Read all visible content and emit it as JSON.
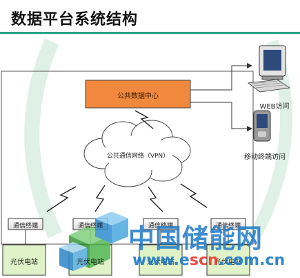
{
  "title": "数据平台系统结构",
  "nodes": {
    "data_center": "公共数据中心",
    "network": "公共通信网络（VPN）",
    "web_access": "WEB访问",
    "mobile_access": "移动终端访问",
    "terminal": "通信终端",
    "pv_station": "光伏电站",
    "pv_station_3": "光伏电站",
    "pv_station_4": "光伏电站"
  },
  "watermark": {
    "site_name": "中国储能网",
    "url": "www.escn.com.cn"
  },
  "colors": {
    "accent": "#2aa386",
    "data_center_fill": "#f0883e",
    "pv_fill": "#dff2c8",
    "watermark_blue": "#1e7ac8",
    "watermark_red": "#e63a2e",
    "watermark_green": "#4cb04c"
  }
}
